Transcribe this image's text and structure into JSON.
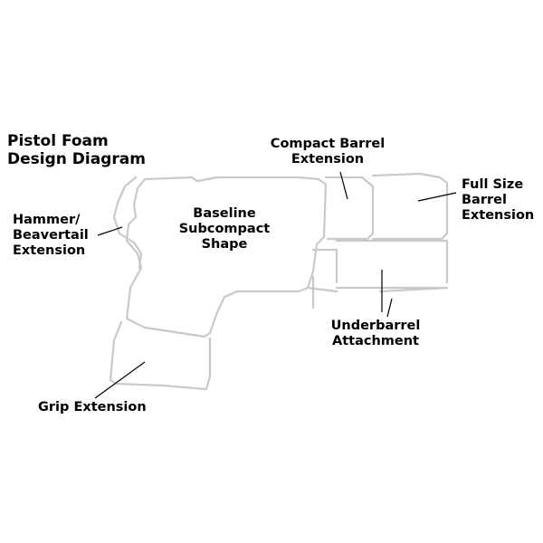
{
  "diagram": {
    "title": [
      "Pistol Foam",
      "Design Diagram"
    ],
    "labels": {
      "compact_barrel": [
        "Compact Barrel",
        "Extension"
      ],
      "full_size_barrel": [
        "Full Size",
        "Barrel",
        "Extension"
      ],
      "hammer_beavertail": [
        "Hammer/",
        "Beavertail",
        "Extension"
      ],
      "baseline": [
        "Baseline",
        "Subcompact",
        "Shape"
      ],
      "underbarrel": [
        "Underbarrel",
        "Attachment"
      ],
      "grip": [
        "Grip Extension"
      ]
    }
  },
  "colors": {
    "outline": "#c9c9c9",
    "text": "#000000",
    "background": "#ffffff"
  }
}
